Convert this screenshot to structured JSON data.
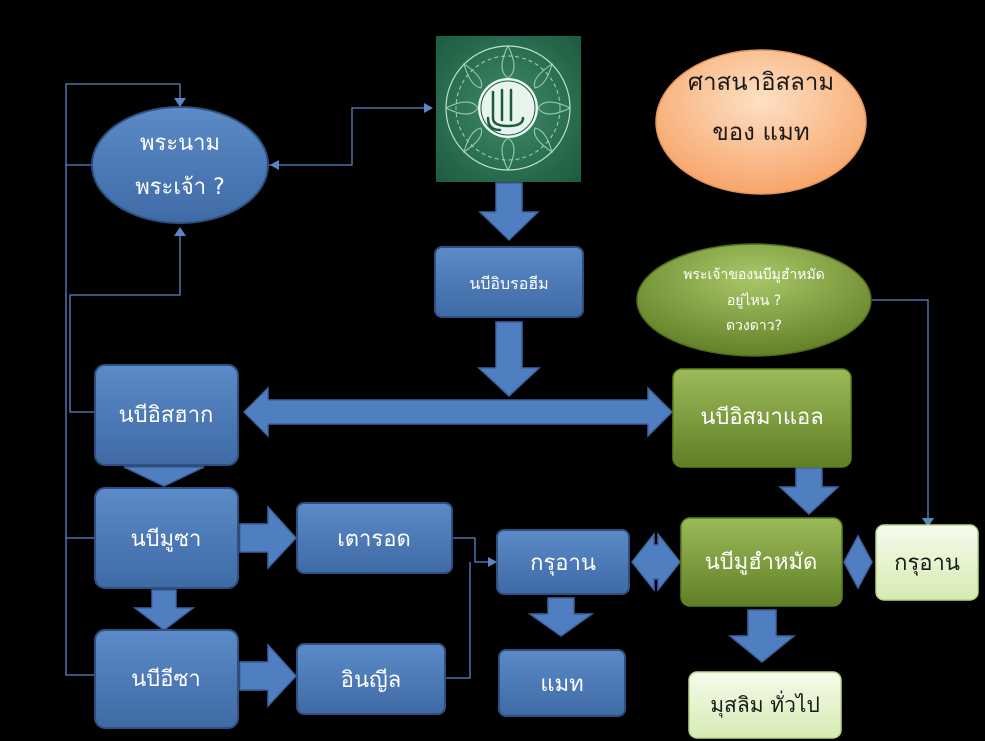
{
  "title_bubble": {
    "line1": "ศาสนาอิสลาม",
    "line2": "ของ แมท"
  },
  "god_name": {
    "line1": "พระนาม",
    "line2": "พระเจ้า ?"
  },
  "question_bubble": {
    "line1": "พระเจ้าของนบีมูฮำหมัด",
    "line2": "อยู่ไหน ?",
    "line3": "ดวงดาว?"
  },
  "nodes": {
    "ibrahim": "นบีอิบรอฮีม",
    "ishaq": "นบีอิสฮาก",
    "ismail": "นบีอิสมาแอล",
    "musa": "นบีมูซา",
    "isa": "นบีอีซา",
    "torah": "เตารอด",
    "injil": "อินญีล",
    "quran_center": "กรุอาน",
    "matt": "แมท",
    "muhammad": "นบีมูฮำหมัด",
    "quran_right": "กรุอาน",
    "muslims": "มุสลิม ทั่วไป"
  },
  "image": {
    "icon": "allah-calligraphy-icon"
  },
  "colors": {
    "background": "#000000",
    "blue": "#4f81bd",
    "green": "#77933c",
    "light_green": "#ebf7d7",
    "orange": "#fbbc8a"
  }
}
